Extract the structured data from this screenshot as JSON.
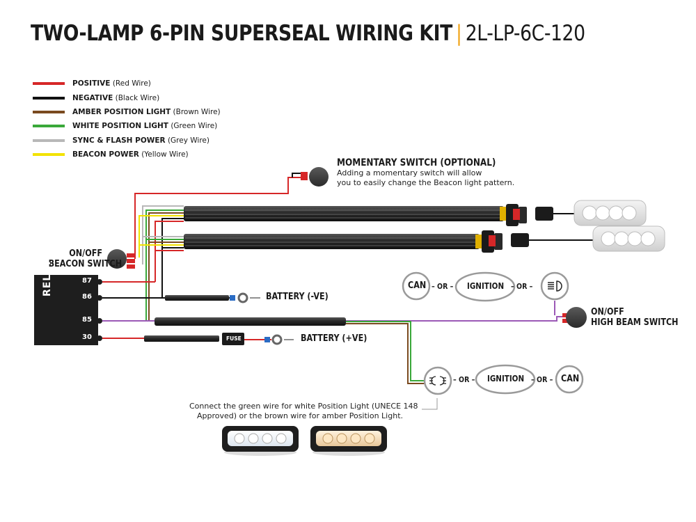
{
  "title": {
    "main": "TWO-LAMP 6-PIN SUPERSEAL WIRING KIT",
    "separator": "|",
    "code": "2L-LP-6C-120"
  },
  "legend": [
    {
      "name": "POSITIVE",
      "detail": "(Red Wire)",
      "color": "#d62728"
    },
    {
      "name": "NEGATIVE",
      "detail": "(Black Wire)",
      "color": "#111111"
    },
    {
      "name": "AMBER POSITION LIGHT",
      "detail": "(Brown Wire)",
      "color": "#7a4a1f"
    },
    {
      "name": "WHITE POSITION LIGHT",
      "detail": "(Green Wire)",
      "color": "#3aa83a"
    },
    {
      "name": "SYNC & FLASH POWER",
      "detail": "(Grey Wire)",
      "color": "#b8b8b8"
    },
    {
      "name": "BEACON POWER",
      "detail": "(Yellow Wire)",
      "color": "#f2e200"
    }
  ],
  "momentary": {
    "title": "MOMENTARY SWITCH (OPTIONAL)",
    "desc1": "Adding a momentary switch will allow",
    "desc2": "you to easily change the Beacon light pattern."
  },
  "beacon_switch": {
    "line1": "ON/OFF",
    "line2": "BEACON SWITCH"
  },
  "relay": {
    "label": "RELAY",
    "pins": [
      "87",
      "86",
      "85",
      "30"
    ]
  },
  "battery_neg": "BATTERY (-VE)",
  "battery_pos": "BATTERY (+VE)",
  "fuse": "FUSE",
  "high_beam_switch": {
    "line1": "ON/OFF",
    "line2": "HIGH BEAM SWITCH"
  },
  "top_options": {
    "can": "CAN",
    "or1": "– OR –",
    "ignition": "IGNITION",
    "or2": "– OR –"
  },
  "bottom_options": {
    "or1": "– OR –",
    "ignition": "IGNITION",
    "or2": "– OR –",
    "can": "CAN"
  },
  "position_note": {
    "line1": "Connect the green wire for white Position Light (UNECE 148",
    "line2": "Approved) or the brown wire for amber Position Light."
  },
  "colors": {
    "red": "#d62728",
    "black": "#111111",
    "brown": "#7a4a1f",
    "green": "#3aa83a",
    "grey": "#b8b8b8",
    "yellow": "#f2e200",
    "purple": "#9b59b6",
    "blue": "#2b6cc4",
    "accent": "#f0a51a"
  }
}
